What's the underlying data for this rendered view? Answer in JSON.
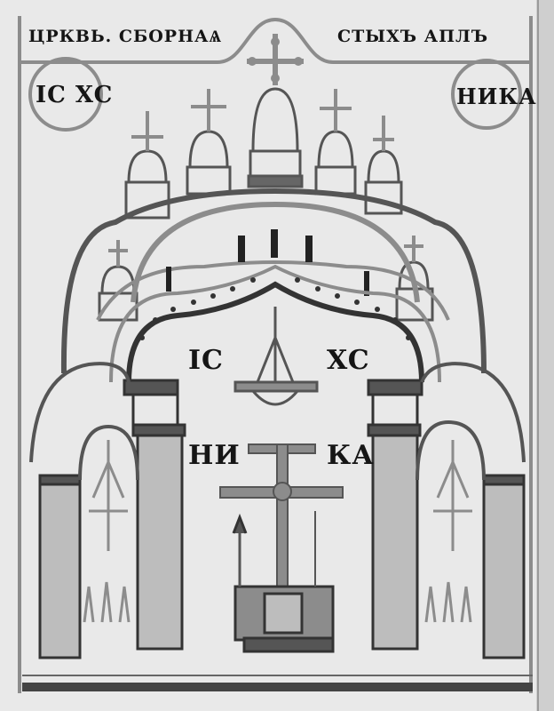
{
  "header": {
    "left_title": "ЦРКВЬ. СБОРНАѦ",
    "right_title": "СТЫХЪ АПЛЪ"
  },
  "medallions": {
    "left": "IC XC",
    "right": "НИКА"
  },
  "center_inscription": {
    "top_left": "IC",
    "top_right": "XC",
    "bottom_left": "НИ",
    "bottom_right": "КА"
  },
  "colors": {
    "paper": "#e9e9e9",
    "ink": "#151515",
    "paint": "#8c8c8c",
    "dark_paint": "#555555"
  }
}
